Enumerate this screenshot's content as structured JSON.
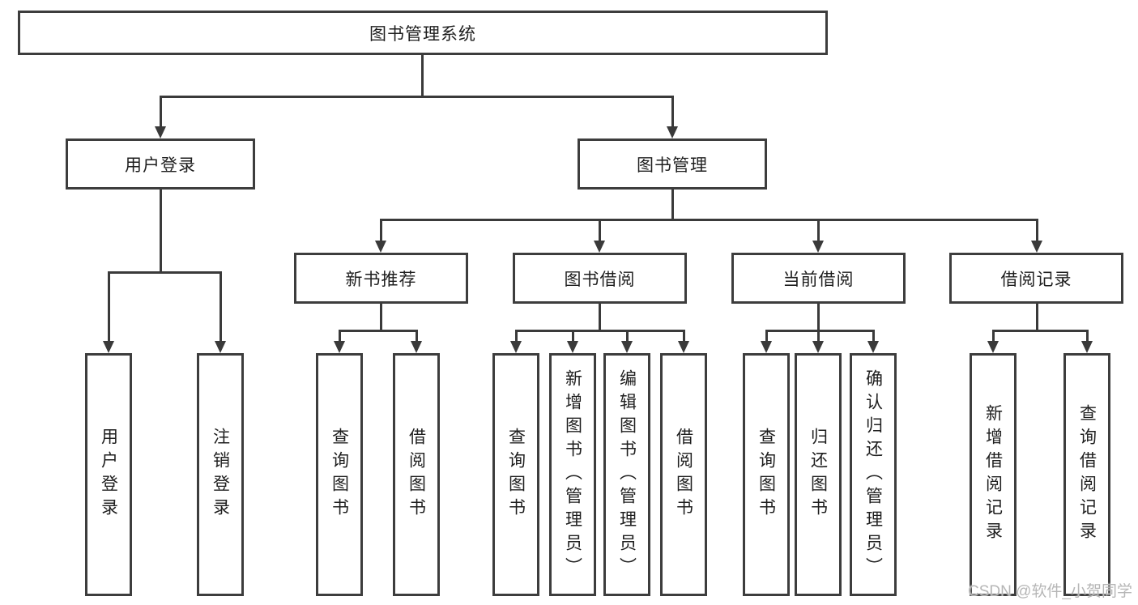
{
  "diagram": {
    "root": {
      "label": "图书管理系统"
    },
    "l2": {
      "user_login": {
        "label": "用户登录"
      },
      "book_management": {
        "label": "图书管理"
      }
    },
    "l3": {
      "new_book_recommend": {
        "label": "新书推荐"
      },
      "book_borrow": {
        "label": "图书借阅"
      },
      "current_borrow": {
        "label": "当前借阅"
      },
      "borrow_records": {
        "label": "借阅记录"
      }
    },
    "l4": {
      "login": {
        "label": "用户登录"
      },
      "logout": {
        "label": "注销登录"
      },
      "rec_query_books": {
        "label": "查询图书"
      },
      "rec_borrow_books": {
        "label": "借阅图书"
      },
      "bb_query_books": {
        "label": "查询图书"
      },
      "bb_add_books_admin": {
        "label": "新增图书（管理员）"
      },
      "bb_edit_books_admin": {
        "label": "编辑图书（管理员）"
      },
      "bb_borrow_books": {
        "label": "借阅图书"
      },
      "cb_query_books": {
        "label": "查询图书"
      },
      "cb_return_books": {
        "label": "归还图书"
      },
      "cb_confirm_return_admin": {
        "label": "确认归还（管理员）"
      },
      "br_add_record": {
        "label": "新增借阅记录"
      },
      "br_query_record": {
        "label": "查询借阅记录"
      }
    }
  },
  "watermark": {
    "text": "CSDN @软件_小贺同学"
  },
  "colors": {
    "line": "#3a3a3a",
    "border": "#3d3d3d",
    "text": "#1e1e1e",
    "watermark": "#b6b6b6",
    "background": "#ffffff"
  }
}
